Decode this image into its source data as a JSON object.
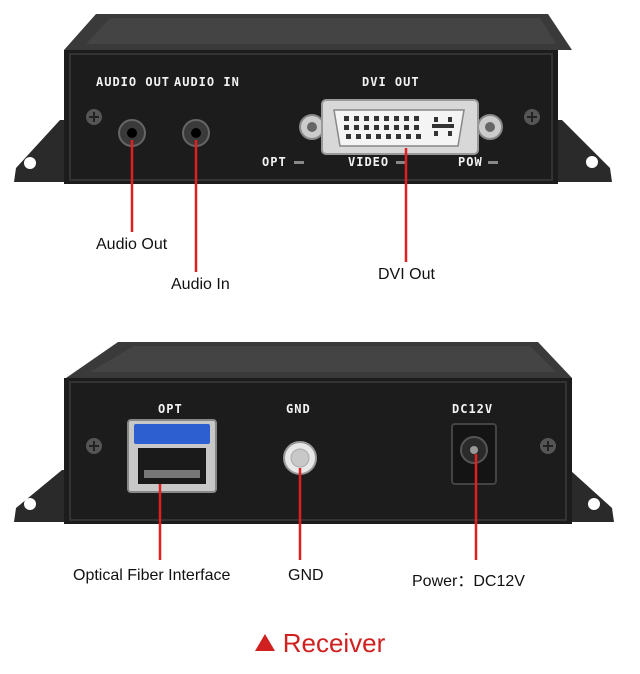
{
  "top_panel": {
    "audio_out": "AUDIO OUT",
    "audio_in": "AUDIO IN",
    "dvi_out": "DVI OUT",
    "opt": "OPT",
    "video": "VIDEO",
    "pow": "POW"
  },
  "bottom_panel": {
    "opt": "OPT",
    "gnd": "GND",
    "dc12v": "DC12V"
  },
  "callouts": {
    "audio_out": "Audio Out",
    "audio_in": "Audio In",
    "dvi_out": "DVI Out",
    "optical": "Optical Fiber Interface",
    "gnd": "GND",
    "power": "Power：DC12V"
  },
  "caption": "Receiver",
  "colors": {
    "accent": "#d0201f",
    "device": "#1e1e1e",
    "sfp_blue": "#2d5fd0"
  }
}
